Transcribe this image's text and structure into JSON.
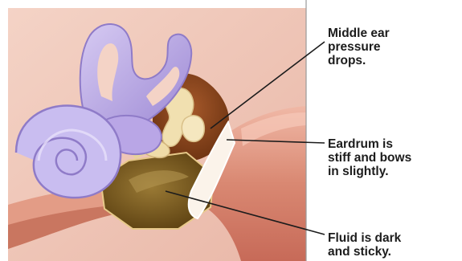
{
  "callouts": {
    "middle_ear": [
      "Middle ear",
      "pressure",
      "drops."
    ],
    "eardrum": [
      "Eardrum is",
      "stiff and bows",
      "in slightly."
    ],
    "fluid": [
      "Fluid is dark",
      "and sticky."
    ]
  },
  "colors": {
    "inner_ear_purple": "#b7a5e3",
    "ear_canal_pink": "#e2a394",
    "middle_ear_brown": "#8a4a1e",
    "fluid_olive": "#7a5a1e",
    "ossicles_cream": "#f1e0b0",
    "leader_line": "#1c1c1c"
  }
}
